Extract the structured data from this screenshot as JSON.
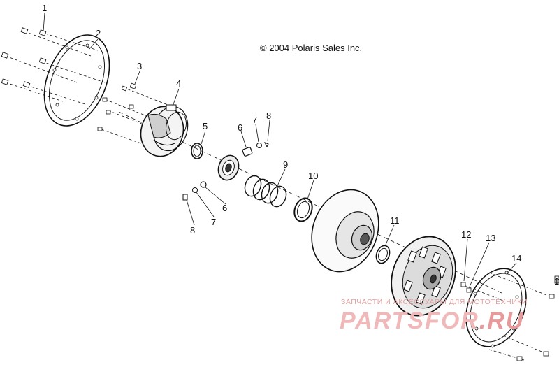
{
  "copyright": "© 2004 Polaris Sales Inc.",
  "callouts": [
    "1",
    "2",
    "3",
    "4",
    "5",
    "6",
    "7",
    "8",
    "9",
    "10",
    "11",
    "12",
    "13",
    "14",
    "8",
    "7",
    "6",
    "1"
  ],
  "watermark": {
    "caption": "ЗАПЧАСТИ И АКСЕССУАРЫ ДЛЯ МОТОТЕХНИКИ",
    "brand": "PARTSFOR",
    "suffix": ".RU"
  },
  "colors": {
    "line": "#111111",
    "paper": "#ffffff",
    "watermark": "#f0b8b8"
  }
}
